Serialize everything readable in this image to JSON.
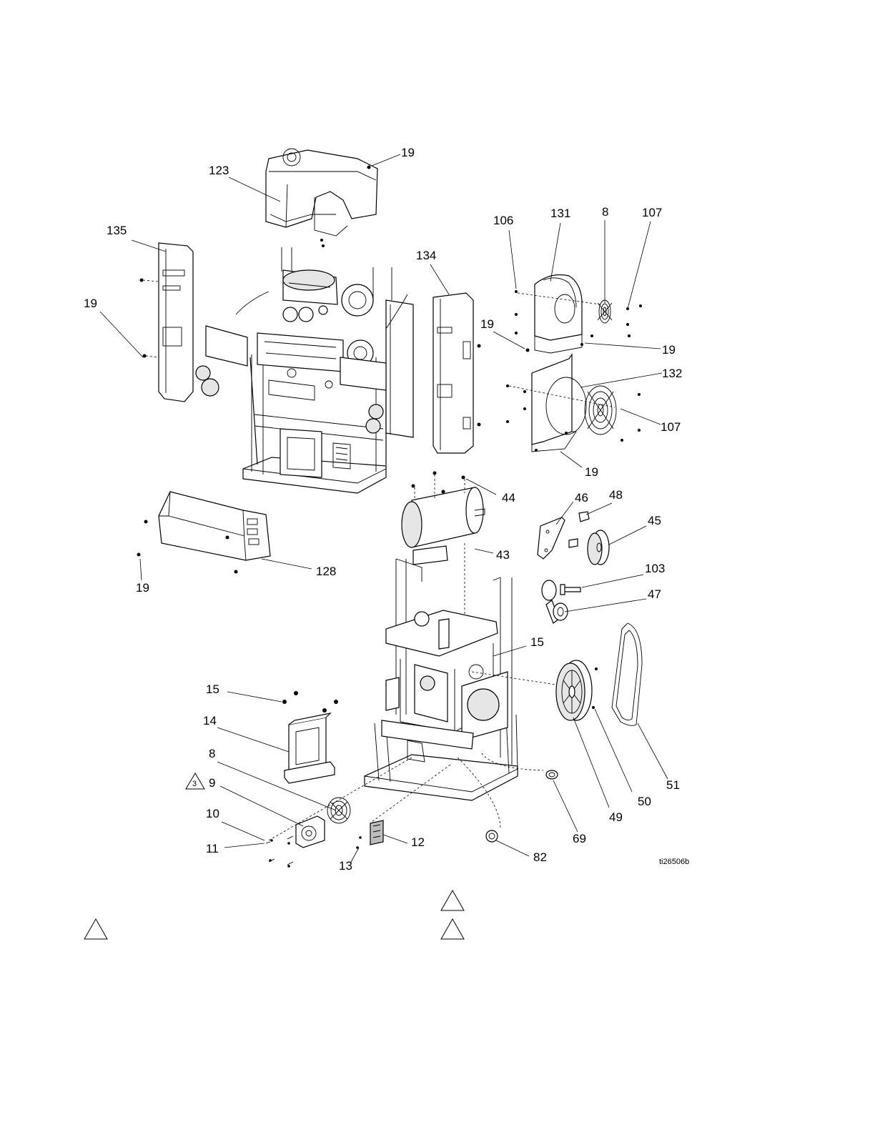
{
  "diagram": {
    "callouts": {
      "c123": "123",
      "c19_top": "19",
      "c135": "135",
      "c19_left": "19",
      "c134": "134",
      "c106": "106",
      "c131": "131",
      "c8_top": "8",
      "c107_top": "107",
      "c19_mid": "19",
      "c19_right": "19",
      "c132": "132",
      "c107_mid": "107",
      "c19_lowright": "19",
      "c44": "44",
      "c46": "46",
      "c48": "48",
      "c45": "45",
      "c43": "43",
      "c128": "128",
      "c19_bottomleft": "19",
      "c103": "103",
      "c47": "47",
      "c15_right": "15",
      "c15_left": "15",
      "c14": "14",
      "c8_low": "8",
      "c9": "9",
      "c10": "10",
      "c11": "11",
      "c12": "12",
      "c13": "13",
      "c82": "82",
      "c69": "69",
      "c49": "49",
      "c50": "50",
      "c51": "51"
    },
    "note_flag": "3",
    "figure_ref": "ti26506b"
  }
}
